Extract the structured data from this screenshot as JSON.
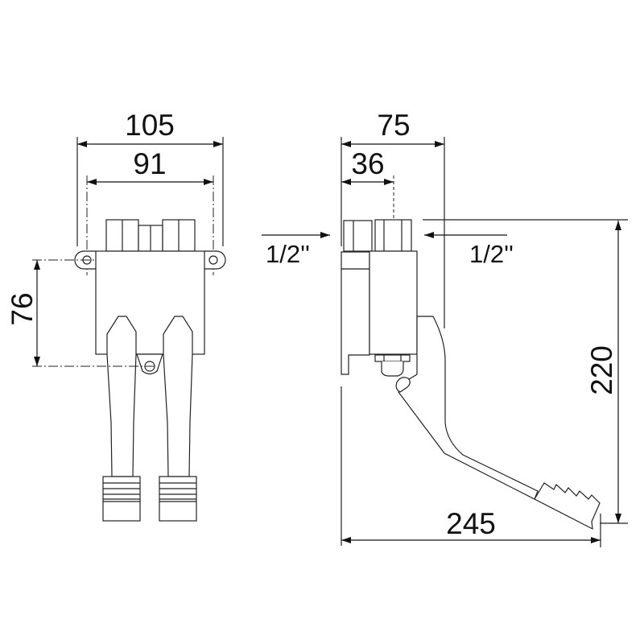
{
  "drawing": {
    "front_view": {
      "overall_width": "105",
      "mount_hole_spacing": "91",
      "vertical_hole_spacing": "76"
    },
    "side_view": {
      "depth": "75",
      "inlet_offset": "36",
      "inlet_thread_left": "1/2''",
      "outlet_thread_right": "1/2''",
      "height": "220",
      "pedal_reach": "245"
    },
    "colors": {
      "line": "#222222",
      "background": "#ffffff"
    }
  }
}
